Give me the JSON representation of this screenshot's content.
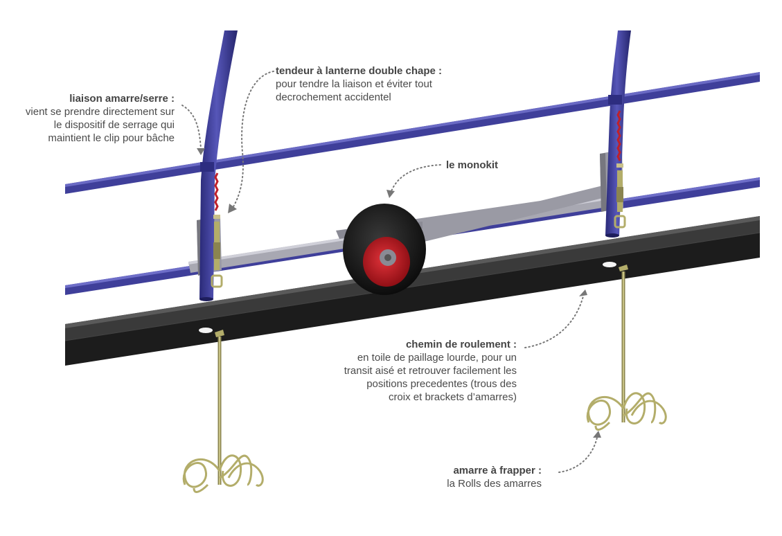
{
  "annotations": {
    "liaison": {
      "title": "liaison amarre/serre :",
      "text": "vient se prendre directement sur\nle dispositif de serrage qui\nmaintient le clip pour bâche"
    },
    "tendeur": {
      "title": "tendeur à lanterne double chape :",
      "text": "pour tendre la liaison et éviter tout\ndecrochement accidentel"
    },
    "monokit": {
      "title": "le monokit"
    },
    "chemin": {
      "title": "chemin de roulement :",
      "text": "en toile de paillage lourde, pour un\ntransit aisé et retrouver facilement les\npositions precedentes (trous des\ncroix et brackets d’amarres)"
    },
    "amarre": {
      "title": "amarre à frapper :",
      "text": "la Rolls des amarres"
    }
  },
  "colors": {
    "tube": "#3f3f9a",
    "tube_dark": "#262670",
    "steel": "#9a9aa4",
    "rail": "#222222",
    "wheel_hub": "#c0121a",
    "chain": "#c0202a",
    "stake": "#b3ad6a",
    "text": "#4a4a4a"
  }
}
